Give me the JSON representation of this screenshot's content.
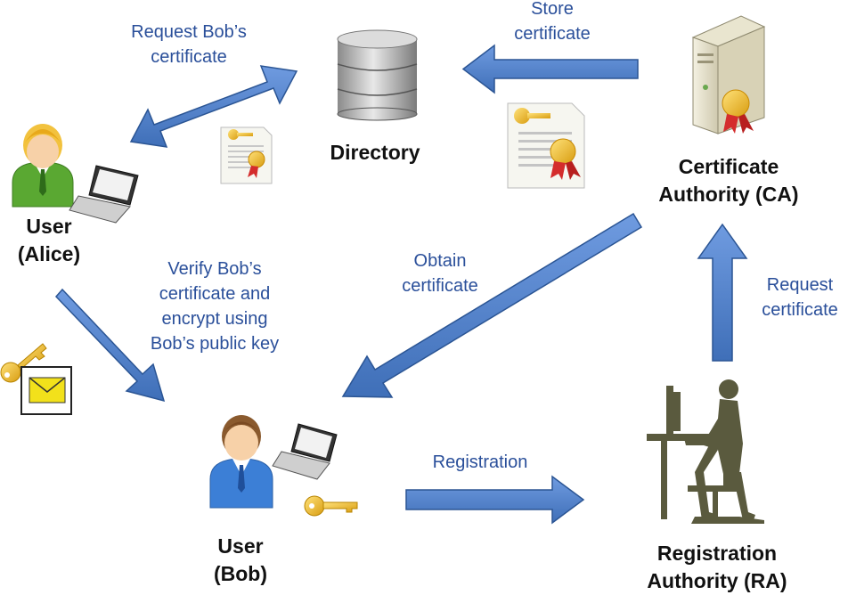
{
  "colors": {
    "arrow_fill": "#4f7fc4",
    "arrow_stroke": "#2b5594",
    "edge_text": "#2a4f9a",
    "node_text": "#111111",
    "key_gold": "#f2c12e",
    "person_green": "#5aa832",
    "person_blue": "#3c7fd6",
    "ra_silhouette": "#5a5a3e"
  },
  "nodes": {
    "alice": {
      "line1": "User",
      "line2": "(Alice)",
      "icons": [
        "user-icon",
        "laptop-icon"
      ]
    },
    "directory": {
      "label": "Directory",
      "icon": "database-icon"
    },
    "ca": {
      "line1": "Certificate",
      "line2": "Authority (CA)",
      "icon": "server-icon"
    },
    "bob": {
      "line1": "User",
      "line2": "(Bob)",
      "icons": [
        "user-icon",
        "laptop-icon",
        "key-icon"
      ]
    },
    "ra": {
      "line1": "Registration",
      "line2": "Authority (RA)",
      "icon": "workstation-silhouette-icon"
    }
  },
  "edges": {
    "request_bobs_cert": {
      "line1": "Request Bob’s",
      "line2": "certificate"
    },
    "store_cert": {
      "line1": "Store",
      "line2": "certificate"
    },
    "verify_encrypt": {
      "line1": "Verify Bob’s",
      "line2": "certificate and",
      "line3": "encrypt using",
      "line4": "Bob’s public key"
    },
    "obtain_cert": {
      "line1": "Obtain",
      "line2": "certificate"
    },
    "request_cert": {
      "line1": "Request",
      "line2": "certificate"
    },
    "registration": {
      "label": "Registration"
    }
  },
  "decorations": [
    "certificate-icon",
    "certificate-icon",
    "key-icon",
    "envelope-icon"
  ]
}
